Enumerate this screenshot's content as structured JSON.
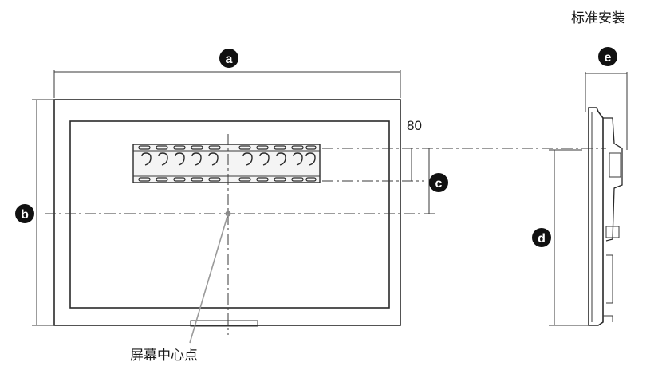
{
  "title": "标准安装",
  "dimension_labels": {
    "a": "a",
    "b": "b",
    "c": "c",
    "d": "d",
    "e": "e"
  },
  "offset_value": "80",
  "screen_center_label": "屏幕中心点",
  "colors": {
    "badge": "#111111",
    "line": "#3a3a3a",
    "pointer": "#9a9a9a"
  }
}
